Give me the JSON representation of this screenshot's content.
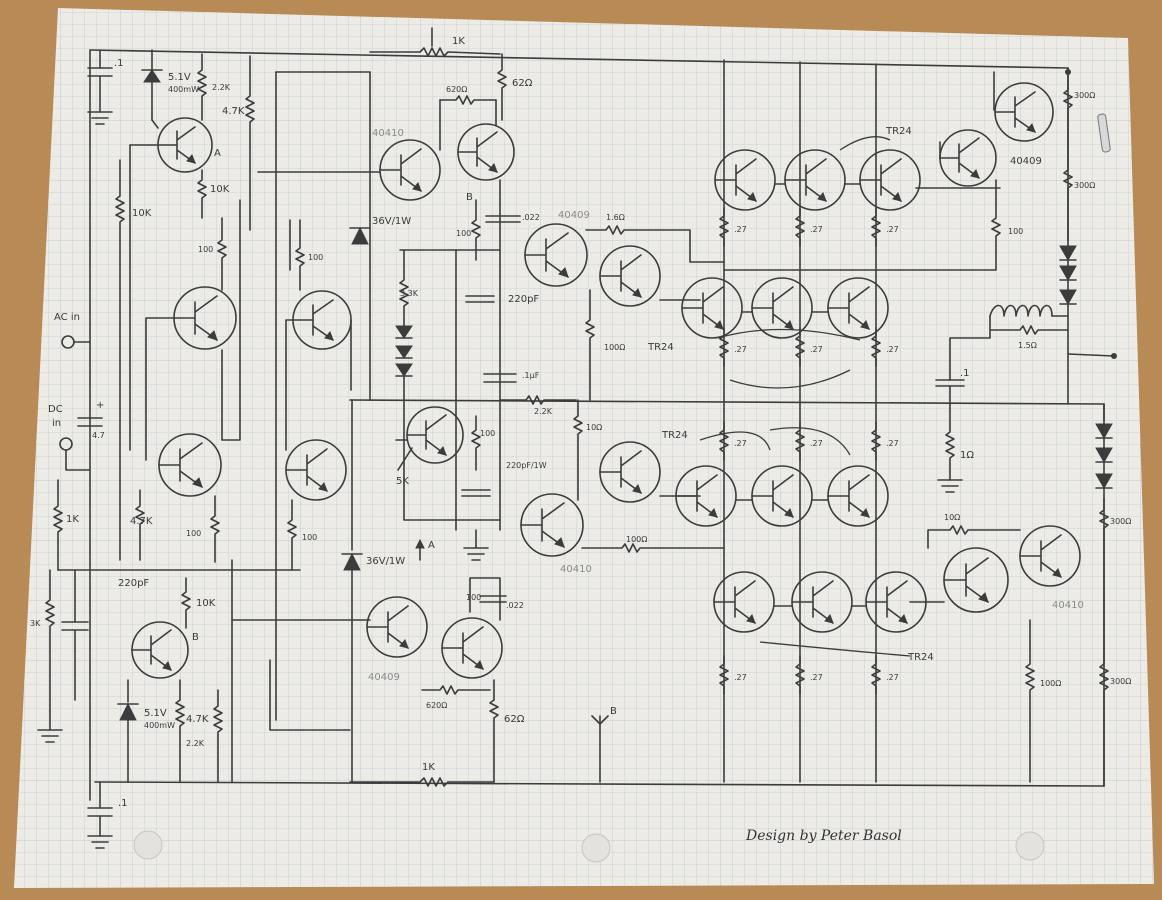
{
  "labels": {
    "c_top_left": ".1",
    "zener_top_v": "5.1V",
    "zener_top_p": "400mW",
    "r_top_22k": "2.2K",
    "r_top_47k": "4.7K",
    "r_top_1k": "1K",
    "r_top_62": "62Ω",
    "r_top_620": "620Ω",
    "q_40410": "40410",
    "tag_a_top": "A",
    "r_10k_left": "10K",
    "r_10k_mid": "10K",
    "tag_b_top": "B",
    "zener_36v_top": "36V/1W",
    "c_022_top": ".022",
    "q_40409_top": "40409",
    "r_16": "1.6Ω",
    "r_100_a": "100",
    "r_100_b": "100",
    "r_100_c": "100",
    "r_33k": "3.3K",
    "c_220pf_top": "220pF",
    "c_1uf": ".1μF",
    "r_22k_mid": "2.2K",
    "r_100_ohm_mid": "100Ω",
    "tr24_top_right": "TR24",
    "tr24_mid_upper": "TR24",
    "tr24_mid_lower": "TR24",
    "tr24_bottom": "TR24",
    "r_27": ".27",
    "ac_in": "AC in",
    "dc_in_1": "DC",
    "dc_in_2": "in",
    "c_47": "4.7",
    "plus": "+",
    "r_1k_left": "1K",
    "r_47k_left": "4.7K",
    "pot_5k": "5K",
    "r_10_ohm": "10Ω",
    "c_220pf_mid": "220pF/1W",
    "r_100_ohm_low": "100Ω",
    "q_40410_low": "40410",
    "zener_36v_low": "36V/1W",
    "tag_a_low": "A",
    "c_220pf_left": "220pF",
    "r_10k_low": "10K",
    "tag_b_low": "B",
    "pot_left": "3K",
    "c_022_low": ".022",
    "q_40409_low": "40409",
    "r_620_low": "620Ω",
    "r_62_low": "62Ω",
    "zener_low_v": "5.1V",
    "zener_low_p": "400mW",
    "r_low_47k": "4.7K",
    "r_low_22k": "2.2K",
    "r_1k_bottom": "1K",
    "c_bottom_left": ".1",
    "tag_b_bottom": "B",
    "r_300_1": "300Ω",
    "r_300_2": "300Ω",
    "r_300_3": "300Ω",
    "r_300_4": "300Ω",
    "r_100_right": "100",
    "r_100_ohm_right": "100Ω",
    "r_15": "1.5Ω",
    "c_1_right": ".1",
    "r_1_right": "1Ω",
    "r_10_ohm_right": "10Ω",
    "q_40409_right": "40409",
    "q_40410_right": "40410",
    "credit": "Design by Peter Basol"
  },
  "icons": {
    "transistor": "npn-transistor-icon",
    "zener": "zener-diode-icon",
    "diode": "diode-icon",
    "ground": "ground-icon",
    "resistor": "resistor-icon",
    "capacitor": "capacitor-icon",
    "inductor": "inductor-icon"
  },
  "colors": {
    "paper": "#ecebe6",
    "grid": "#c9ccd6",
    "ink": "#3c3c3c",
    "table": "#b88a55"
  }
}
